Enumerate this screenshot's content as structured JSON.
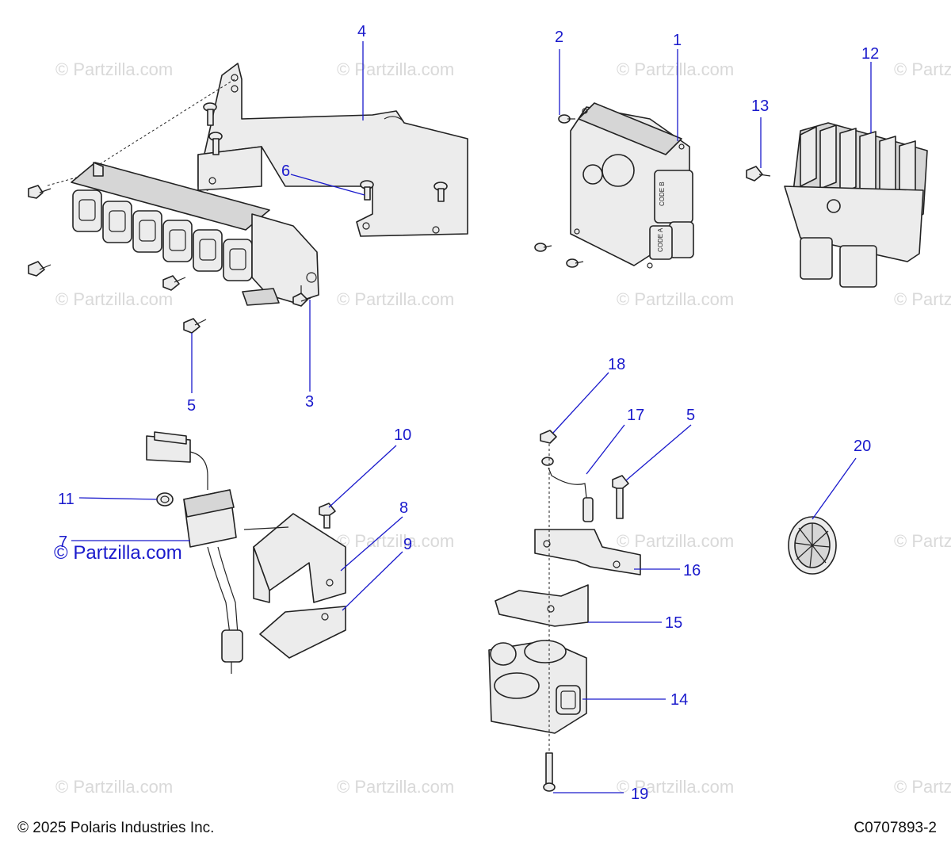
{
  "watermark": "© Partzilla.com",
  "callouts": {
    "c1": "1",
    "c2": "2",
    "c3": "3",
    "c4": "4",
    "c5a": "5",
    "c5b": "5",
    "c6": "6",
    "c7": "7",
    "c8": "8",
    "c9": "9",
    "c10": "10",
    "c11": "11",
    "c12": "12",
    "c13": "13",
    "c14": "14",
    "c15": "15",
    "c16": "16",
    "c17": "17",
    "c18": "18",
    "c19": "19",
    "c20": "20"
  },
  "ecu_labels": {
    "code_b": "CODE B",
    "code_a": "CODE A"
  },
  "footer": {
    "copyright": "© 2025 Polaris Industries Inc.",
    "drawing_number": "C0707893-2"
  },
  "colors": {
    "callout": "#1a1acc",
    "watermark": "#d9d9d9",
    "line": "#222222"
  }
}
